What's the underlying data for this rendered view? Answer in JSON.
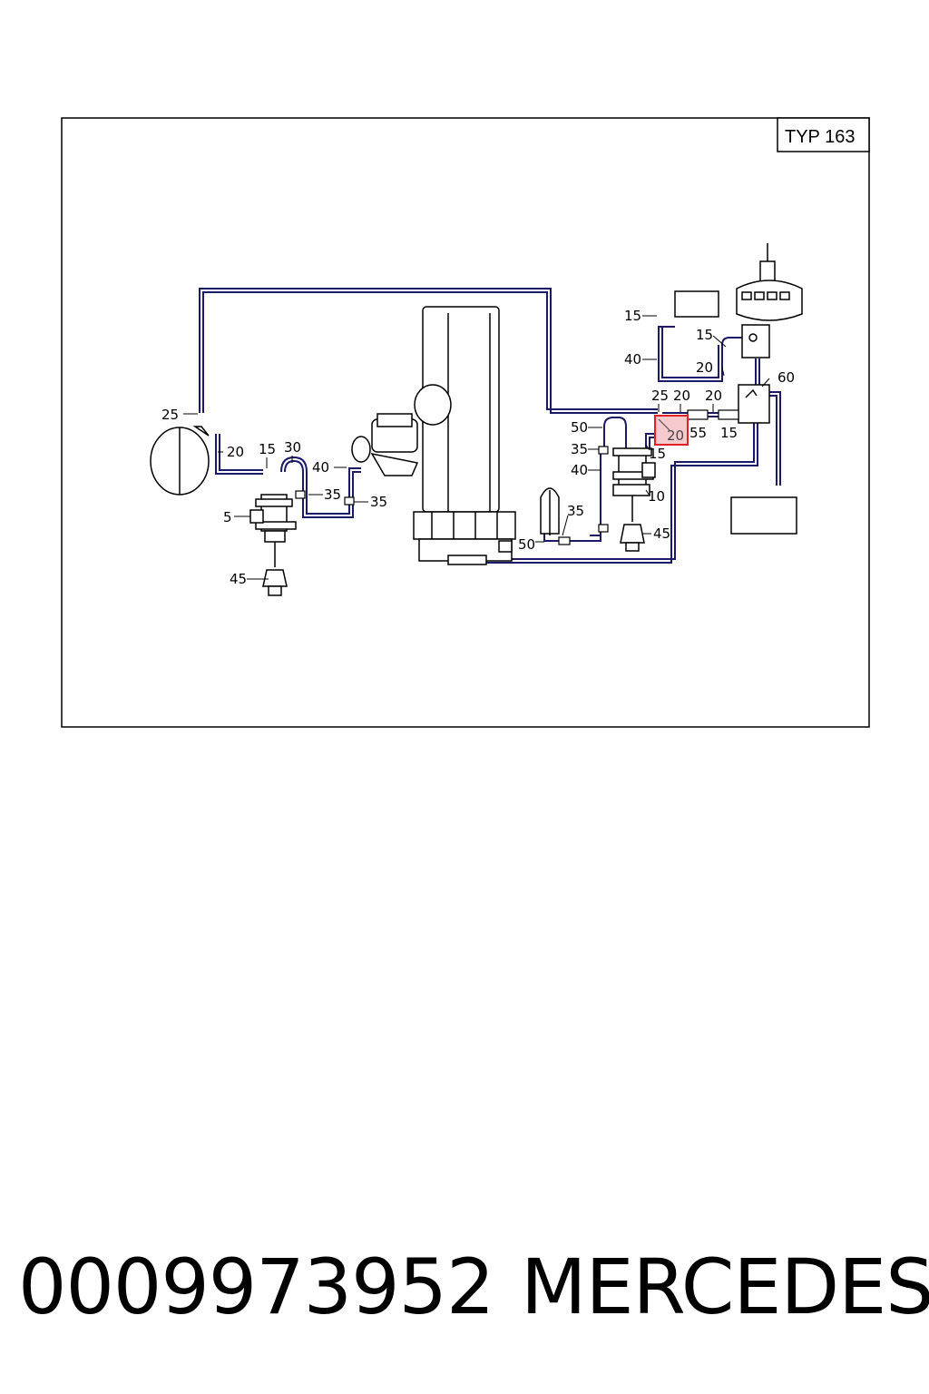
{
  "diagram": {
    "model_tag": "TYP 163",
    "highlighted_label": "20",
    "colors": {
      "pipe": "#1a1a66",
      "highlight_fill": "#f6c9cc",
      "highlight_stroke": "#e01f26"
    },
    "labels": {
      "tank_25": "25",
      "tank_20": "20",
      "left_15": "15",
      "left_30": "30",
      "left_40": "40",
      "left_35a": "35",
      "left_35b": "35",
      "left_5": "5",
      "left_45": "45",
      "top_15": "15",
      "top_40": "40",
      "right_15": "15",
      "right_20": "20",
      "right_60": "60",
      "mid_25": "25",
      "mid_20a": "20",
      "mid_20b": "20",
      "mid_55": "55",
      "mid_15": "15",
      "c_50": "50",
      "c_35": "35",
      "c_40": "40",
      "c_15": "15",
      "c_10": "10",
      "c_45": "45",
      "low_35": "35",
      "low_50": "50"
    }
  },
  "footer": {
    "part_number": "0009973952",
    "brand": "MERCEDES"
  }
}
